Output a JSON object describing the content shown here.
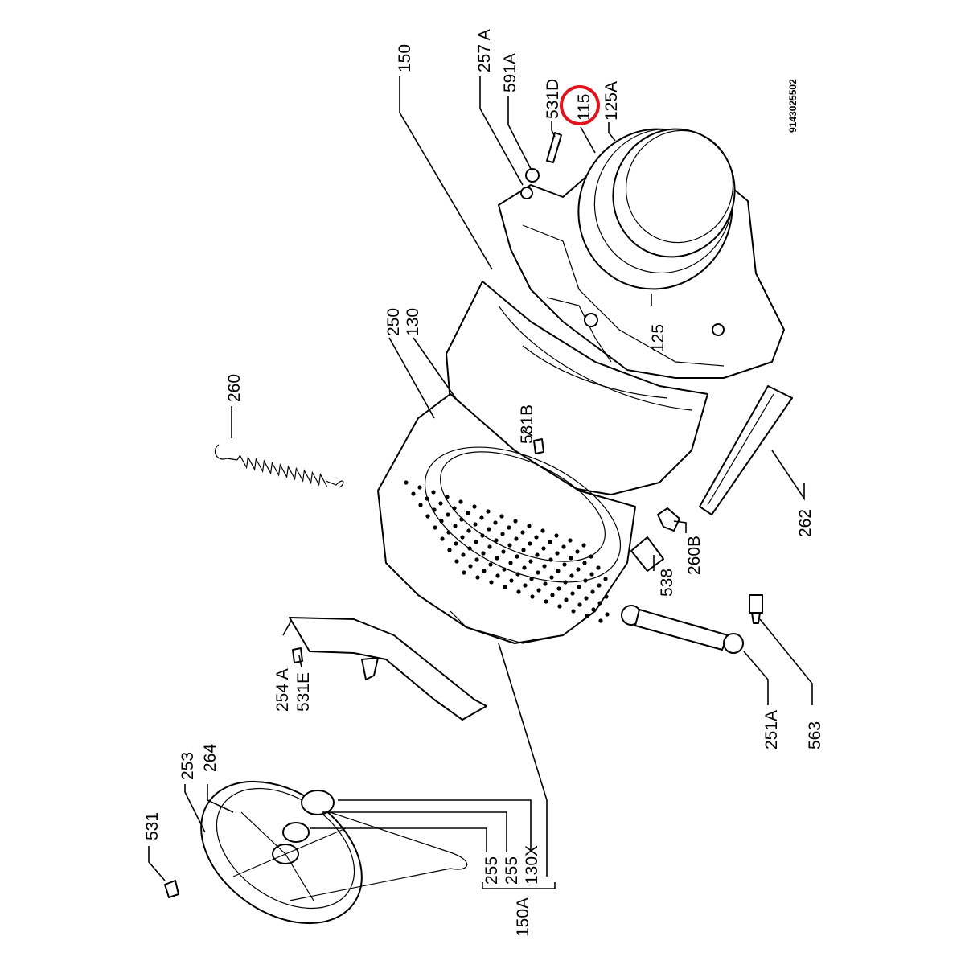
{
  "document_code": "9143025502",
  "highlight": {
    "part": "115",
    "color": "#e0141e"
  },
  "parts": {
    "p150": "150",
    "p257A": "257 A",
    "p591A": "591A",
    "p531D": "531D",
    "p115": "115",
    "p125A": "125A",
    "p125": "125",
    "p250": "250",
    "p130": "130",
    "p260": "260",
    "p531B": "531B",
    "p262": "262",
    "p260B": "260B",
    "p538": "538",
    "p254A": "254 A",
    "p531E": "531E",
    "p251A": "251A",
    "p563": "563",
    "p531": "531",
    "p253": "253",
    "p264": "264",
    "p255a": "255",
    "p255b": "255",
    "p130X": "130X",
    "p150A": "150A"
  }
}
